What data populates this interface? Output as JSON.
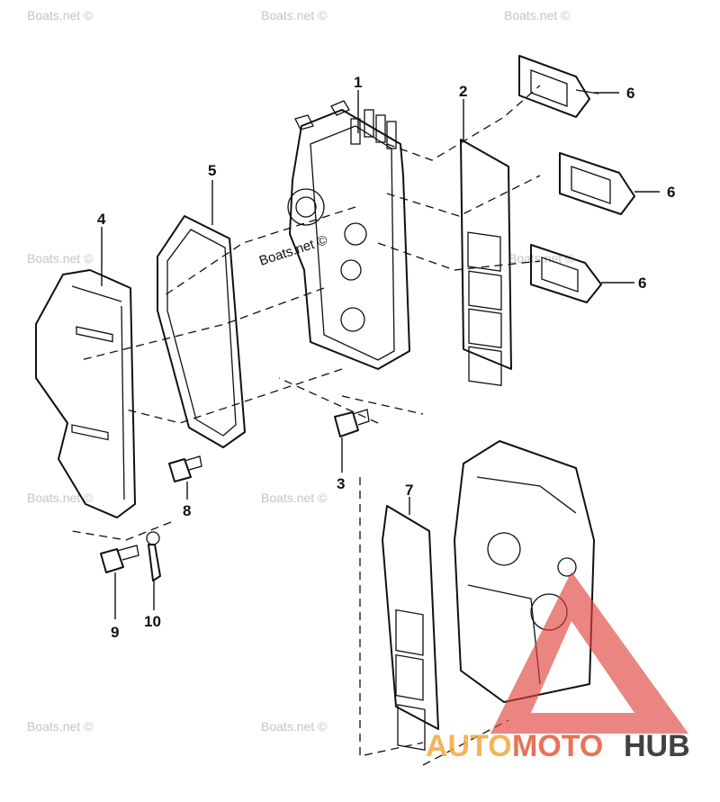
{
  "callouts": [
    "1",
    "2",
    "3",
    "4",
    "5",
    "6",
    "6",
    "6",
    "7",
    "8",
    "9",
    "10"
  ],
  "watermark_text": "Boats.net ©",
  "inline_watermark": "Boats.net ©",
  "logo": {
    "part1": "AUTO",
    "part2": "MOTO",
    "part3": "HUB",
    "colors": {
      "auto": "#f2a93b",
      "moto": "#e55a3b",
      "hub": "#222222",
      "triangle": "#e0403a"
    }
  }
}
